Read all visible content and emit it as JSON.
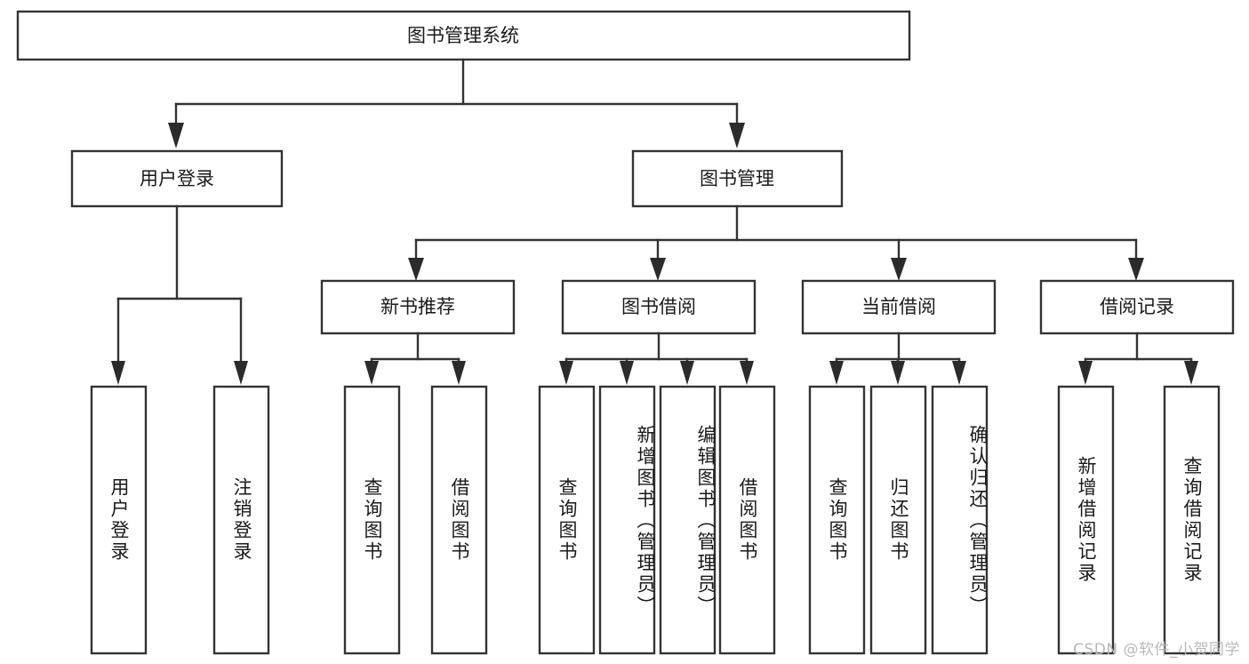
{
  "diagram": {
    "title": "图书管理系统",
    "watermark": "CSDN @软件_小贺同学",
    "root": {
      "label": "图书管理系统"
    },
    "level1": [
      {
        "id": "user-login",
        "label": "用户登录"
      },
      {
        "id": "book-management",
        "label": "图书管理"
      }
    ],
    "level2": [
      {
        "id": "new-book-recommend",
        "label": "新书推荐",
        "parent": "book-management"
      },
      {
        "id": "book-borrow",
        "label": "图书借阅",
        "parent": "book-management"
      },
      {
        "id": "current-borrow",
        "label": "当前借阅",
        "parent": "book-management"
      },
      {
        "id": "borrow-record",
        "label": "借阅记录",
        "parent": "book-management"
      }
    ],
    "leaves": [
      {
        "id": "leaf-user-login",
        "label": "用户登录",
        "parent": "user-login"
      },
      {
        "id": "leaf-logout-login",
        "label": "注销登录",
        "parent": "user-login"
      },
      {
        "id": "leaf-query-book-1",
        "label": "查询图书",
        "parent": "new-book-recommend"
      },
      {
        "id": "leaf-borrow-book-1",
        "label": "借阅图书",
        "parent": "new-book-recommend"
      },
      {
        "id": "leaf-query-book-2",
        "label": "查询图书",
        "parent": "book-borrow"
      },
      {
        "id": "leaf-add-book",
        "label": "新增图书（管理员）",
        "parent": "book-borrow"
      },
      {
        "id": "leaf-edit-book",
        "label": "编辑图书（管理员）",
        "parent": "book-borrow"
      },
      {
        "id": "leaf-borrow-book-2",
        "label": "借阅图书",
        "parent": "book-borrow"
      },
      {
        "id": "leaf-query-book-3",
        "label": "查询图书",
        "parent": "current-borrow"
      },
      {
        "id": "leaf-return-book",
        "label": "归还图书",
        "parent": "current-borrow"
      },
      {
        "id": "leaf-confirm-return",
        "label": "确认归还（管理员）",
        "parent": "current-borrow"
      },
      {
        "id": "leaf-add-record",
        "label": "新增借阅记录",
        "parent": "borrow-record"
      },
      {
        "id": "leaf-query-record",
        "label": "查询借阅记录",
        "parent": "borrow-record"
      }
    ],
    "colors": {
      "stroke": "#333333",
      "text": "#1a1a1a",
      "background": "#ffffff",
      "watermark": "#b8b8b8"
    }
  }
}
